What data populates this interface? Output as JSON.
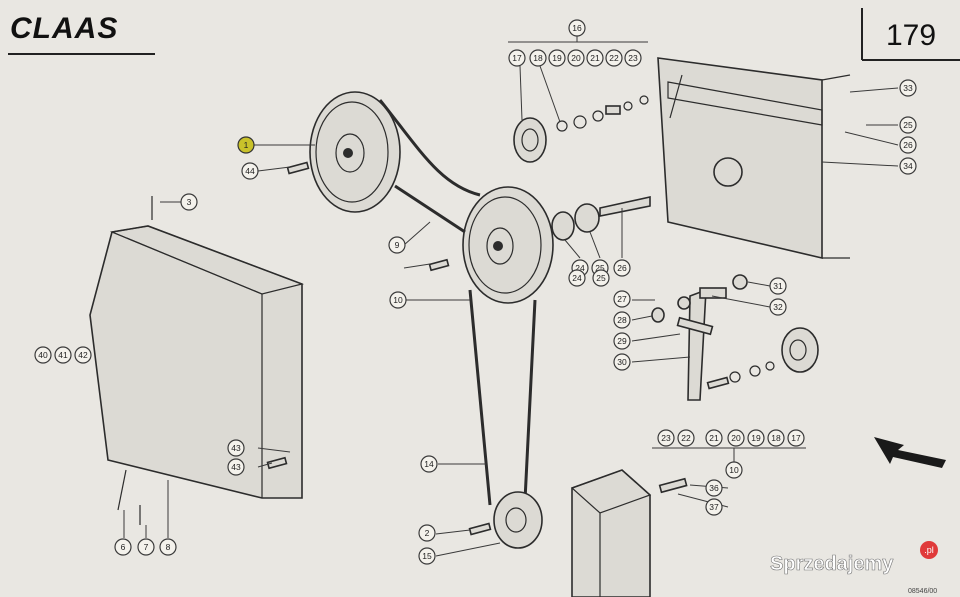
{
  "header": {
    "brand": "CLAAS",
    "page_number": "179"
  },
  "drawing_code": "08546/00",
  "watermark": {
    "text": "Sprzedajemy",
    "badge": ".pl"
  },
  "highlight_color": "#c9c22a",
  "callouts": [
    "1",
    "2",
    "3",
    "6",
    "7",
    "8",
    "9",
    "10",
    "14",
    "15",
    "16",
    "17",
    "18",
    "19",
    "20",
    "21",
    "22",
    "23",
    "24",
    "25",
    "26",
    "27",
    "28",
    "29",
    "30",
    "31",
    "32",
    "33",
    "34",
    "36",
    "37",
    "40",
    "41",
    "42",
    "43",
    "44"
  ]
}
